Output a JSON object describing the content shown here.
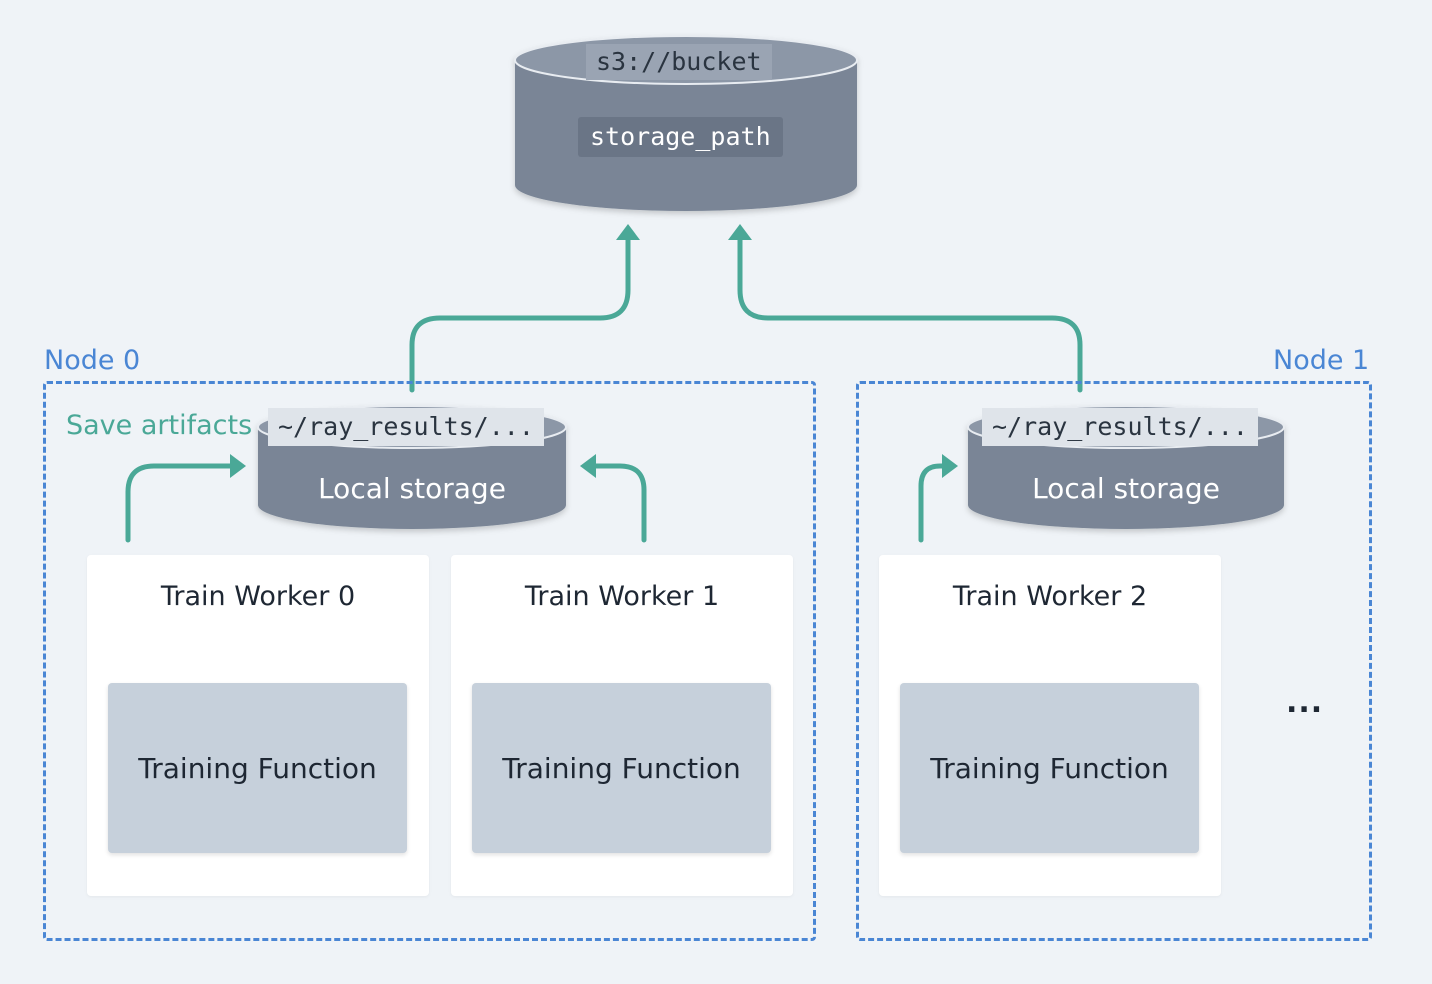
{
  "cloud": {
    "bucket": "s3://bucket",
    "storage_path": "storage_path"
  },
  "nodes": [
    {
      "label": "Node 0",
      "save_label": "Save artifacts",
      "local_path": "~/ray_results/...",
      "local_label": "Local storage",
      "workers": [
        {
          "title": "Train Worker 0",
          "function": "Training Function"
        },
        {
          "title": "Train Worker 1",
          "function": "Training Function"
        }
      ]
    },
    {
      "label": "Node 1",
      "local_path": "~/ray_results/...",
      "local_label": "Local storage",
      "workers": [
        {
          "title": "Train Worker 2",
          "function": "Training Function"
        }
      ],
      "more": "..."
    }
  ],
  "colors": {
    "background": "#eff3f7",
    "node_border": "#4a86d4",
    "arrow": "#4aa897",
    "storage": "#7a8596",
    "function_box": "#c6d0db"
  }
}
